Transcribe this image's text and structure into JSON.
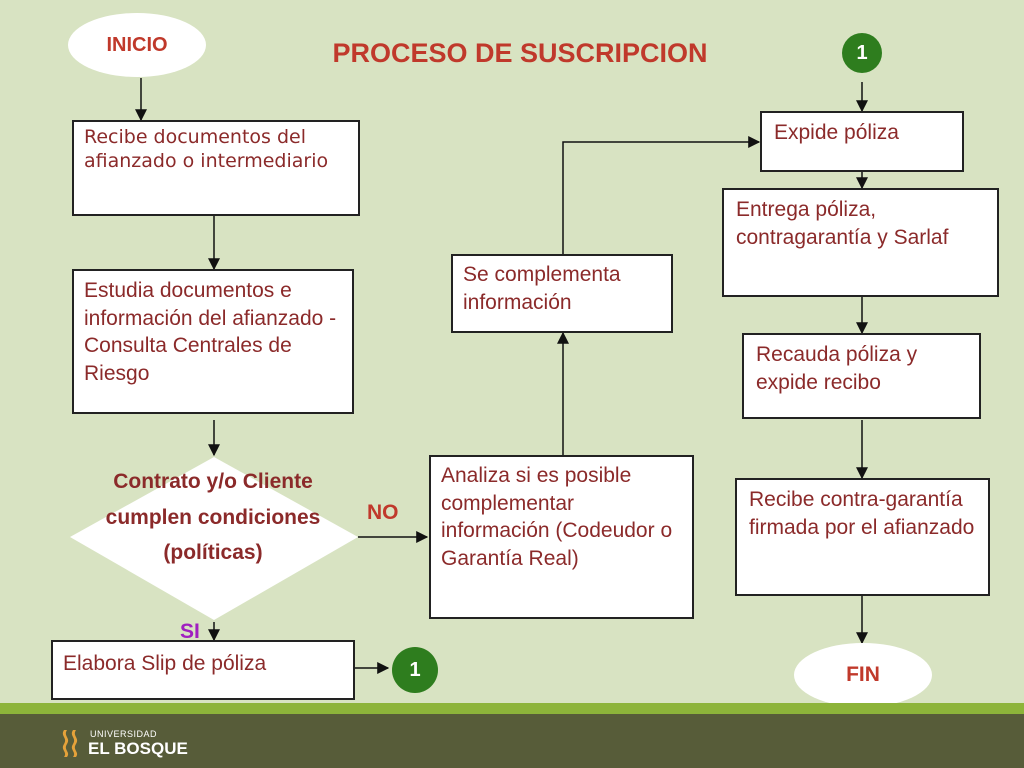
{
  "title": "PROCESO DE SUSCRIPCION",
  "start_label": "INICIO",
  "end_label": "FIN",
  "connector_label": "1",
  "steps": {
    "recibe": "Recibe documentos del afianzado o intermediario",
    "estudia": "Estudia documentos e información del afianzado - Consulta Centrales de Riesgo",
    "decision": "Contrato y/o Cliente cumplen condiciones (políticas)",
    "slip": "Elabora Slip de póliza",
    "analiza": "Analiza si es posible complementar información (Codeudor o Garantía Real)",
    "complementa": "Se complementa información",
    "expide": "Expide póliza",
    "entrega": "Entrega póliza, contragarantía y Sarlaf",
    "recauda": "Recauda póliza y expide recibo",
    "contragarantia": "Recibe contra-garantía firmada por el afianzado"
  },
  "labels": {
    "no": "NO",
    "si": "SI"
  },
  "footer": {
    "univ": "UNIVERSIDAD",
    "name": "EL BOSQUE"
  },
  "colors": {
    "background": "#d8e3c2",
    "title": "#c0392b",
    "box_text": "#8b2a2a",
    "connector": "#2e7d1e",
    "no_label": "#c0392b",
    "si_label": "#a020c0"
  }
}
